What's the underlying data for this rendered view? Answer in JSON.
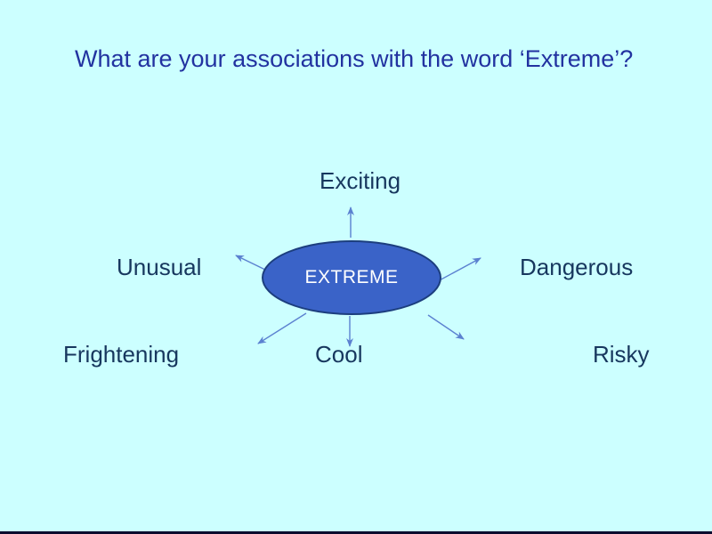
{
  "slide": {
    "title": "What are your associations with the word ‘Extreme’?",
    "background_color": "#ccffff",
    "title_color": "#2232a0",
    "bottom_bar_color": "#0c0c2e"
  },
  "diagram": {
    "center": {
      "text": "EXTREME",
      "fill_color": "#3a63c8",
      "border_color": "#1c3e7e",
      "text_color": "#ffffff"
    },
    "labels": [
      {
        "id": "exciting",
        "text": "Exciting",
        "position": "top"
      },
      {
        "id": "unusual",
        "text": "Unusual",
        "position": "left"
      },
      {
        "id": "dangerous",
        "text": "Dangerous",
        "position": "right"
      },
      {
        "id": "frightening",
        "text": "Frightening",
        "position": "bottom-left"
      },
      {
        "id": "cool",
        "text": "Cool",
        "position": "bottom-center"
      },
      {
        "id": "risky",
        "text": "Risky",
        "position": "bottom-right"
      }
    ],
    "label_color": "#17375e",
    "arrow_color": "#5b81d0"
  }
}
